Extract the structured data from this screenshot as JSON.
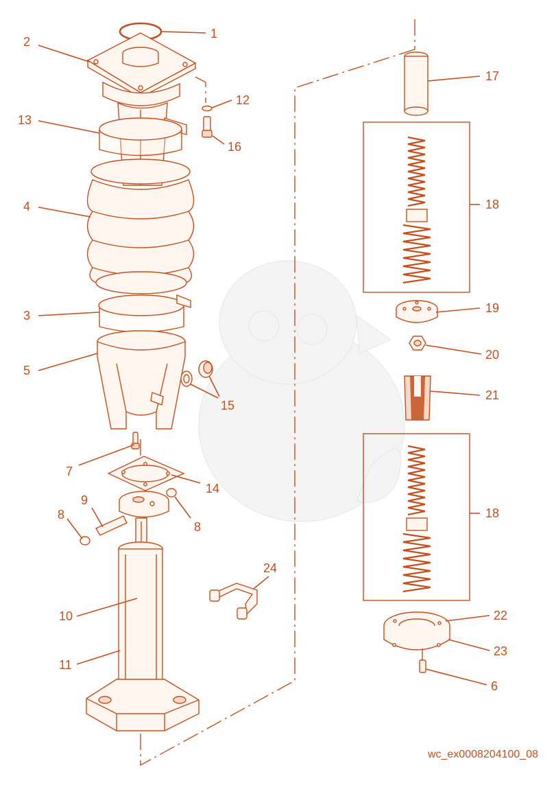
{
  "colors": {
    "accent": "#c4501e",
    "part_fill": "#fff6ef",
    "part_dark": "#f3d9c7",
    "background": "#ffffff"
  },
  "callouts": [
    {
      "id": "c1",
      "label": "1"
    },
    {
      "id": "c2",
      "label": "2"
    },
    {
      "id": "c12",
      "label": "12"
    },
    {
      "id": "c13",
      "label": "13"
    },
    {
      "id": "c16",
      "label": "16"
    },
    {
      "id": "c4",
      "label": "4"
    },
    {
      "id": "c3",
      "label": "3"
    },
    {
      "id": "c5",
      "label": "5"
    },
    {
      "id": "c15",
      "label": "15"
    },
    {
      "id": "c7",
      "label": "7"
    },
    {
      "id": "c14",
      "label": "14"
    },
    {
      "id": "c9",
      "label": "9"
    },
    {
      "id": "c8a",
      "label": "8"
    },
    {
      "id": "c8b",
      "label": "8"
    },
    {
      "id": "c10",
      "label": "10"
    },
    {
      "id": "c11",
      "label": "11"
    },
    {
      "id": "c24",
      "label": "24"
    },
    {
      "id": "c17",
      "label": "17"
    },
    {
      "id": "c18a",
      "label": "18"
    },
    {
      "id": "c19",
      "label": "19"
    },
    {
      "id": "c20",
      "label": "20"
    },
    {
      "id": "c21",
      "label": "21"
    },
    {
      "id": "c18b",
      "label": "18"
    },
    {
      "id": "c22",
      "label": "22"
    },
    {
      "id": "c23",
      "label": "23"
    },
    {
      "id": "c6",
      "label": "6"
    }
  ],
  "footer": {
    "code": "wc_ex0008204100_08"
  }
}
